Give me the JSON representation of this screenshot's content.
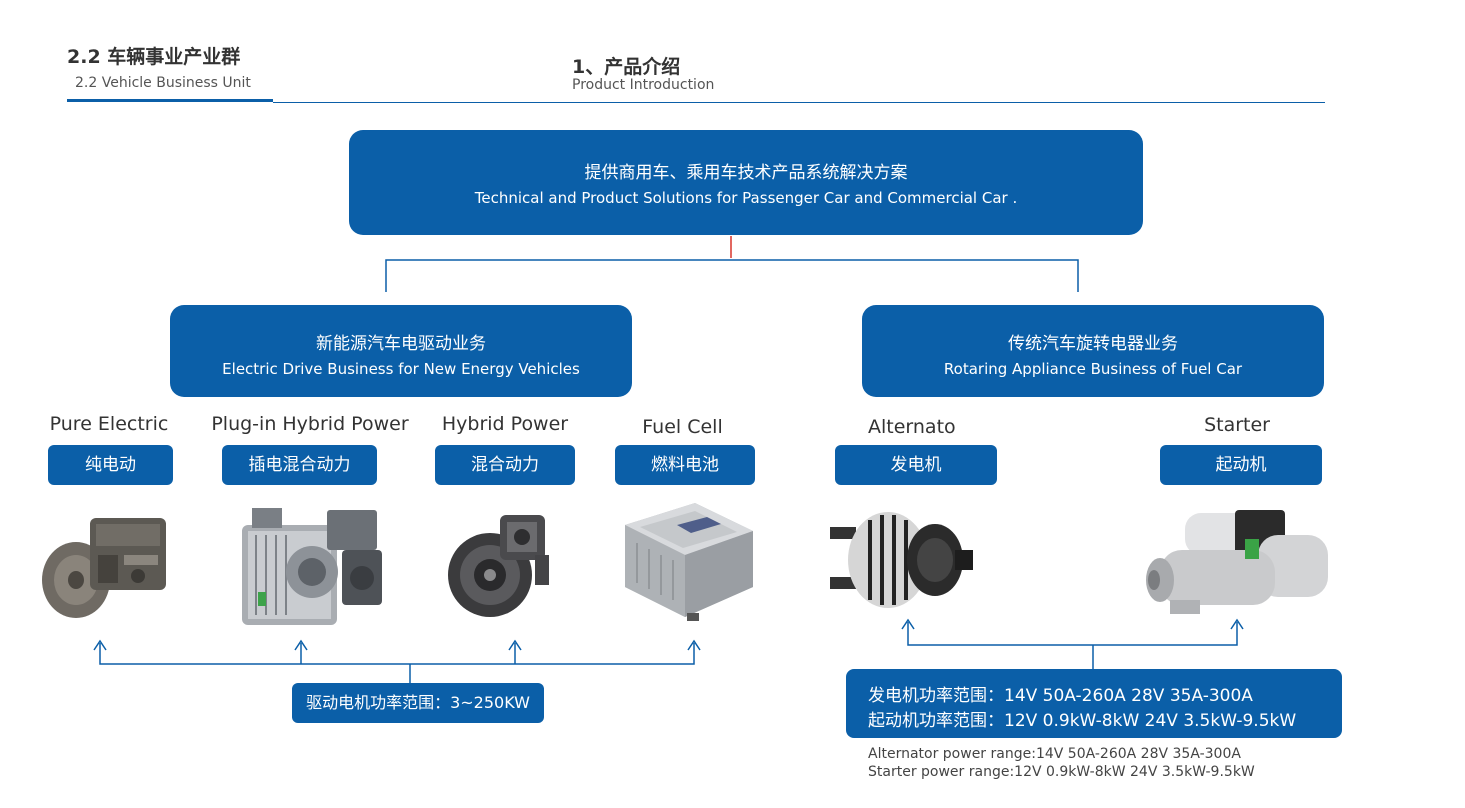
{
  "header": {
    "section_title": "2.2 车辆事业产业群",
    "section_subtitle": "2.2 Vehicle Business Unit",
    "page_title": "1、产品介绍",
    "page_subtitle": "Product Introduction"
  },
  "top_box": {
    "cn": "提供商用车、乘用车技术产品系统解决方案",
    "en": "Technical and Product Solutions for Passenger Car and Commercial Car ."
  },
  "left_box": {
    "cn": "新能源汽车电驱动业务",
    "en": "Electric Drive Business for New Energy Vehicles"
  },
  "right_box": {
    "cn": "传统汽车旋转电器业务",
    "en": "Rotaring Appliance Business of Fuel Car"
  },
  "products": [
    {
      "name": "Pure Electric",
      "tag": "纯电动",
      "icon": "electric-drive-motor-icon"
    },
    {
      "name": "Plug-in Hybrid Power",
      "tag": "插电混合动力",
      "icon": "phev-motor-icon"
    },
    {
      "name": "Hybrid Power",
      "tag": "混合动力",
      "icon": "hybrid-motor-icon"
    },
    {
      "name": "Fuel Cell",
      "tag": "燃料电池",
      "icon": "fuel-cell-icon"
    },
    {
      "name": "Alternato",
      "tag": "发电机",
      "icon": "alternator-icon"
    },
    {
      "name": "Starter",
      "tag": "起动机",
      "icon": "starter-icon"
    }
  ],
  "ev_range": "驱动电机功率范围：3~250KW",
  "rotary_range": {
    "line1": "发电机功率范围：14V 50A-260A 28V 35A-300A",
    "line2": "起动机功率范围：12V 0.9kW-8kW  24V 3.5kW-9.5kW"
  },
  "notes": {
    "line1": "Alternator power range:14V 50A-260A 28V 35A-300A",
    "line2": "Starter power range:12V 0.9kW-8kW  24V 3.5kW-9.5kW"
  },
  "colors": {
    "primary": "#0b5fa8",
    "connector_accent": "#d9342b"
  }
}
